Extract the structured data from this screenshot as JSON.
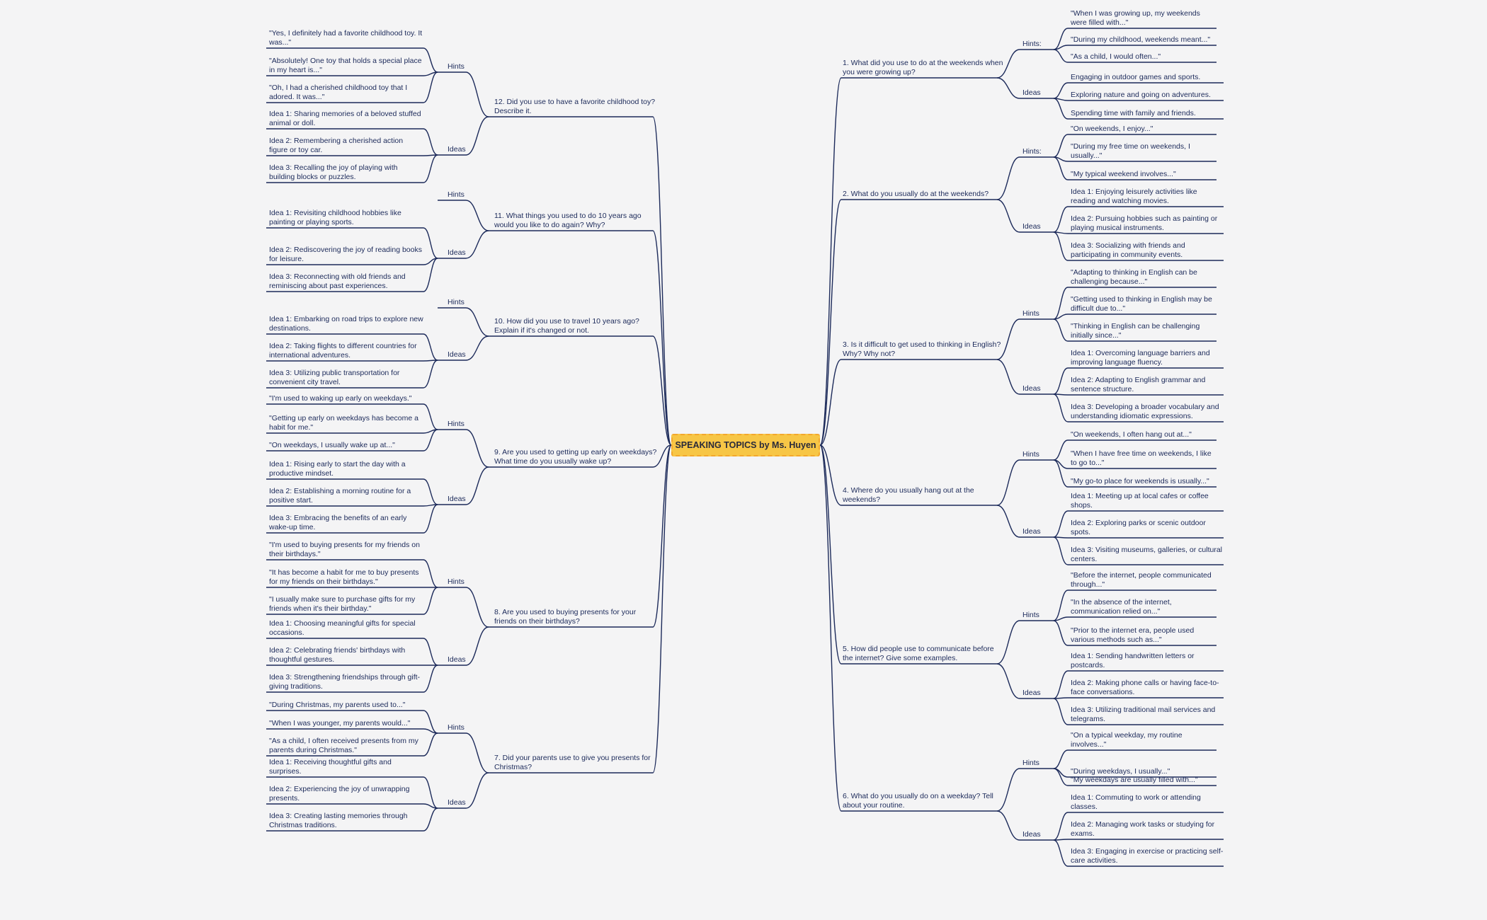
{
  "central": "SPEAKING TOPICS by Ms. Huyen",
  "colors": {
    "background": "#f4f4f5",
    "line": "#1c2a5a",
    "central_fill": "#f7c646",
    "central_border": "#f3a72c"
  },
  "topics": [
    {
      "title": "1. What did you use to do at the weekends when you were growing up?",
      "hints_label": "Hints:",
      "hints": [
        "\"When I was growing up, my weekends were filled with...\"",
        "\"During my childhood, weekends meant...\"",
        "\"As a child, I would often...\""
      ],
      "ideas_label": "Ideas",
      "ideas": [
        "Engaging in outdoor games and sports.",
        "Exploring nature and going on adventures.",
        "Spending time with family and friends."
      ]
    },
    {
      "title": "2. What do you usually do at the weekends?",
      "hints_label": "Hints:",
      "hints": [
        "\"On weekends, I enjoy...\"",
        "\"During my free time on weekends, I usually...\"",
        "\"My typical weekend involves...\""
      ],
      "ideas_label": "Ideas",
      "ideas": [
        "Idea 1: Enjoying leisurely activities like reading and watching movies.",
        "Idea 2: Pursuing hobbies such as painting or playing musical instruments.",
        "Idea 3: Socializing with friends and participating in community events."
      ]
    },
    {
      "title": "3. Is it difficult to get used to thinking in English? Why? Why not?",
      "hints_label": "Hints",
      "hints": [
        "\"Adapting to thinking in English can be challenging because...\"",
        "\"Getting used to thinking in English may be difficult due to...\"",
        "\"Thinking in English can be challenging initially since...\""
      ],
      "ideas_label": "Ideas",
      "ideas": [
        "Idea 1: Overcoming language barriers and improving language fluency.",
        "Idea 2: Adapting to English grammar and sentence structure.",
        "Idea 3: Developing a broader vocabulary and understanding idiomatic expressions."
      ]
    },
    {
      "title": "4. Where do you usually hang out at the weekends?",
      "hints_label": "Hints",
      "hints": [
        "\"On weekends, I often hang out at...\"",
        "\"When I have free time on weekends, I like to go to...\"",
        "\"My go-to place for weekends is usually...\""
      ],
      "ideas_label": "Ideas",
      "ideas": [
        "Idea 1: Meeting up at local cafes or coffee shops.",
        "Idea 2: Exploring parks or scenic outdoor spots.",
        "Idea 3: Visiting museums, galleries, or cultural centers."
      ]
    },
    {
      "title": "5. How did people use to communicate before the internet? Give some examples.",
      "hints_label": "Hints",
      "hints": [
        "\"Before the internet, people communicated through...\"",
        "\"In the absence of the internet, communication relied on...\"",
        "\"Prior to the internet era, people used various methods such as...\""
      ],
      "ideas_label": "Ideas",
      "ideas": [
        "Idea 1: Sending handwritten letters or postcards.",
        "Idea 2: Making phone calls or having face-to-face conversations.",
        "Idea 3: Utilizing traditional mail services and telegrams."
      ]
    },
    {
      "title": "6. What do you usually do on a weekday? Tell about your routine.",
      "hints_label": "Hints",
      "hints": [
        "\"On a typical weekday, my routine involves...\"",
        "\"During weekdays, I usually...\"",
        "\"My weekdays are usually filled with...\""
      ],
      "ideas_label": "Ideas",
      "ideas": [
        "Idea 1: Commuting to work or attending classes.",
        "Idea 2: Managing work tasks or studying for exams.",
        "Idea 3: Engaging in exercise or practicing self-care activities."
      ]
    },
    {
      "title": "7. Did your parents use to give you presents for Christmas?",
      "hints_label": "Hints",
      "hints": [
        "\"During Christmas, my parents used to...\"",
        "\"When I was younger, my parents would...\"",
        "\"As a child, I often received presents from my parents during Christmas.\""
      ],
      "ideas_label": "Ideas",
      "ideas": [
        "Idea 1: Receiving thoughtful gifts and surprises.",
        "Idea 2: Experiencing the joy of unwrapping presents.",
        "Idea 3: Creating lasting memories through Christmas traditions."
      ]
    },
    {
      "title": "8. Are you used to buying presents for your friends on their birthdays?",
      "hints_label": "Hints",
      "hints": [
        "\"I'm used to buying presents for my friends on their birthdays.\"",
        "\"It has become a habit for me to buy presents for my friends on their birthdays.\"",
        "\"I usually make sure to purchase gifts for my friends when it's their birthday.\""
      ],
      "ideas_label": "Ideas",
      "ideas": [
        "Idea 1: Choosing meaningful gifts for special occasions.",
        "Idea 2: Celebrating friends' birthdays with thoughtful gestures.",
        "Idea 3: Strengthening friendships through gift-giving traditions."
      ]
    },
    {
      "title": "9. Are you used to getting up early on weekdays? What time do you usually wake up?",
      "hints_label": "Hints",
      "hints": [
        "\"I'm used to waking up early on weekdays.\"",
        "\"Getting up early on weekdays has become a habit for me.\"",
        "\"On weekdays, I usually wake up at...\""
      ],
      "ideas_label": "Ideas",
      "ideas": [
        "Idea 1: Rising early to start the day with a productive mindset.",
        "Idea 2: Establishing a morning routine for a positive start.",
        "Idea 3: Embracing the benefits of an early wake-up time."
      ]
    },
    {
      "title": "10. How did you use to travel 10 years ago? Explain if it's changed or not.",
      "hints_label": "Hints",
      "hints": [],
      "ideas_label": "Ideas",
      "ideas": [
        "Idea 1: Embarking on road trips to explore new destinations.",
        "Idea 2: Taking flights to different countries for international adventures.",
        "Idea 3: Utilizing public transportation for convenient city travel."
      ]
    },
    {
      "title": "11. What things you used to do 10 years ago would you like to do again? Why?",
      "hints_label": "Hints",
      "hints": [],
      "ideas_label": "Ideas",
      "ideas": [
        "Idea 1: Revisiting childhood hobbies like painting or playing sports.",
        "Idea 2: Rediscovering the joy of reading books for leisure.",
        "Idea 3: Reconnecting with old friends and reminiscing about past experiences."
      ]
    },
    {
      "title": "12. Did you use to have a favorite childhood toy? Describe it.",
      "hints_label": "Hints",
      "hints": [
        "\"Yes, I definitely had a favorite childhood toy. It was...\"",
        "\"Absolutely! One toy that holds a special place in my heart is...\"",
        "\"Oh, I had a cherished childhood toy that I adored. It was...\""
      ],
      "ideas_label": "Ideas",
      "ideas": [
        "Idea 1: Sharing memories of a beloved stuffed animal or doll.",
        "Idea 2: Remembering a cherished action figure or toy car.",
        "Idea 3: Recalling the joy of playing with building blocks or puzzles."
      ]
    }
  ]
}
